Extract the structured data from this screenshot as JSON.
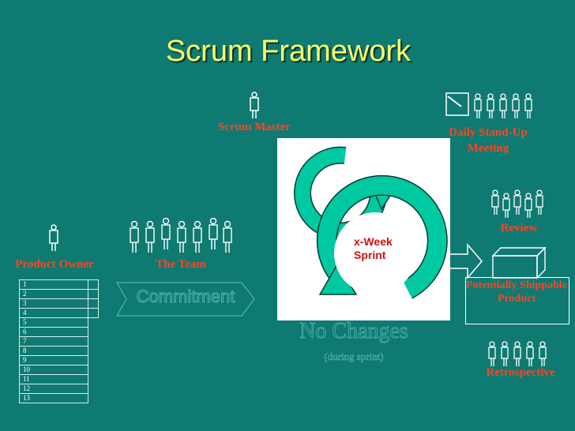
{
  "title": "Scrum Framework",
  "roles": {
    "scrum_master": "Scrum Master",
    "daily_standup": "Daily Stand-Up Meeting",
    "product_owner": "Product Owner",
    "the_team": "The Team",
    "review": "Review",
    "retrospective": "Retrospective"
  },
  "backlog": {
    "rows": [
      "1",
      "2",
      "3",
      "4",
      "5",
      "6",
      "7",
      "8",
      "9",
      "10",
      "11",
      "12",
      "13"
    ]
  },
  "commitment": "Commitment",
  "sprint": {
    "line1": "x-Week",
    "line2": "Sprint"
  },
  "no_changes": "No Changes",
  "during_sprint": "(during sprint)",
  "output": "Potentially Shippable Product",
  "colors": {
    "background": "#0f7a72",
    "title": "#ffff66",
    "label": "#ff4422",
    "sprint_arrow": "#00c8a0",
    "sprint_text": "#d01010"
  }
}
